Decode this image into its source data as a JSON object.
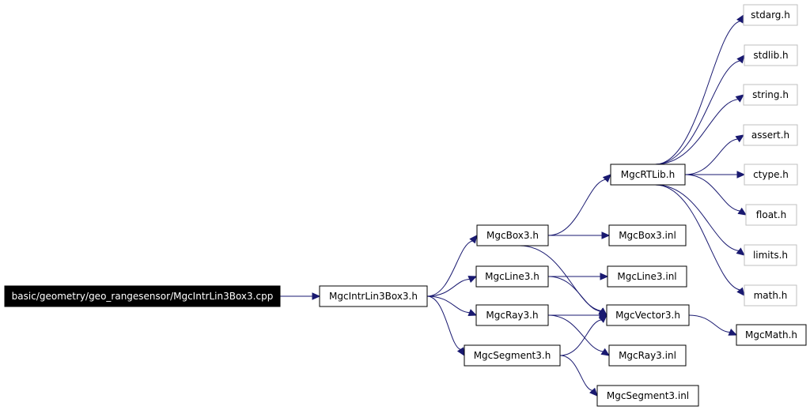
{
  "graph": {
    "root": "basic/geometry/geo_rangesensor/MgcIntrLin3Box3.cpp",
    "nodes": {
      "root": {
        "label": "basic/geometry/geo_rangesensor/MgcIntrLin3Box3.cpp",
        "style": "root"
      },
      "intr_h": {
        "label": "MgcIntrLin3Box3.h",
        "style": "normal"
      },
      "box3_h": {
        "label": "MgcBox3.h",
        "style": "normal"
      },
      "line3_h": {
        "label": "MgcLine3.h",
        "style": "normal"
      },
      "ray3_h": {
        "label": "MgcRay3.h",
        "style": "normal"
      },
      "segment3_h": {
        "label": "MgcSegment3.h",
        "style": "normal"
      },
      "rtlib_h": {
        "label": "MgcRTLib.h",
        "style": "normal"
      },
      "box3_inl": {
        "label": "MgcBox3.inl",
        "style": "normal"
      },
      "line3_inl": {
        "label": "MgcLine3.inl",
        "style": "normal"
      },
      "vector3_h": {
        "label": "MgcVector3.h",
        "style": "normal"
      },
      "ray3_inl": {
        "label": "MgcRay3.inl",
        "style": "normal"
      },
      "segment3_inl": {
        "label": "MgcSegment3.inl",
        "style": "normal"
      },
      "math_mgc_h": {
        "label": "MgcMath.h",
        "style": "normal"
      },
      "stdarg_h": {
        "label": "stdarg.h",
        "style": "system"
      },
      "stdlib_h": {
        "label": "stdlib.h",
        "style": "system"
      },
      "string_h": {
        "label": "string.h",
        "style": "system"
      },
      "assert_h": {
        "label": "assert.h",
        "style": "system"
      },
      "ctype_h": {
        "label": "ctype.h",
        "style": "system"
      },
      "float_h": {
        "label": "float.h",
        "style": "system"
      },
      "limits_h": {
        "label": "limits.h",
        "style": "system"
      },
      "math_h": {
        "label": "math.h",
        "style": "system"
      }
    },
    "edges": [
      [
        "root",
        "intr_h"
      ],
      [
        "intr_h",
        "box3_h"
      ],
      [
        "intr_h",
        "line3_h"
      ],
      [
        "intr_h",
        "ray3_h"
      ],
      [
        "intr_h",
        "segment3_h"
      ],
      [
        "box3_h",
        "rtlib_h"
      ],
      [
        "box3_h",
        "box3_inl"
      ],
      [
        "box3_h",
        "vector3_h"
      ],
      [
        "line3_h",
        "line3_inl"
      ],
      [
        "line3_h",
        "vector3_h"
      ],
      [
        "ray3_h",
        "vector3_h"
      ],
      [
        "ray3_h",
        "ray3_inl"
      ],
      [
        "segment3_h",
        "vector3_h"
      ],
      [
        "segment3_h",
        "segment3_inl"
      ],
      [
        "vector3_h",
        "math_mgc_h"
      ],
      [
        "rtlib_h",
        "stdarg_h"
      ],
      [
        "rtlib_h",
        "stdlib_h"
      ],
      [
        "rtlib_h",
        "string_h"
      ],
      [
        "rtlib_h",
        "assert_h"
      ],
      [
        "rtlib_h",
        "ctype_h"
      ],
      [
        "rtlib_h",
        "float_h"
      ],
      [
        "rtlib_h",
        "limits_h"
      ],
      [
        "rtlib_h",
        "math_h"
      ]
    ],
    "colors": {
      "edge": "#191970",
      "root_fill": "#000000",
      "root_text": "#ffffff",
      "node_border": "#000000",
      "system_border": "#bfbfbf",
      "node_fill": "#ffffff",
      "node_text": "#000000"
    }
  }
}
